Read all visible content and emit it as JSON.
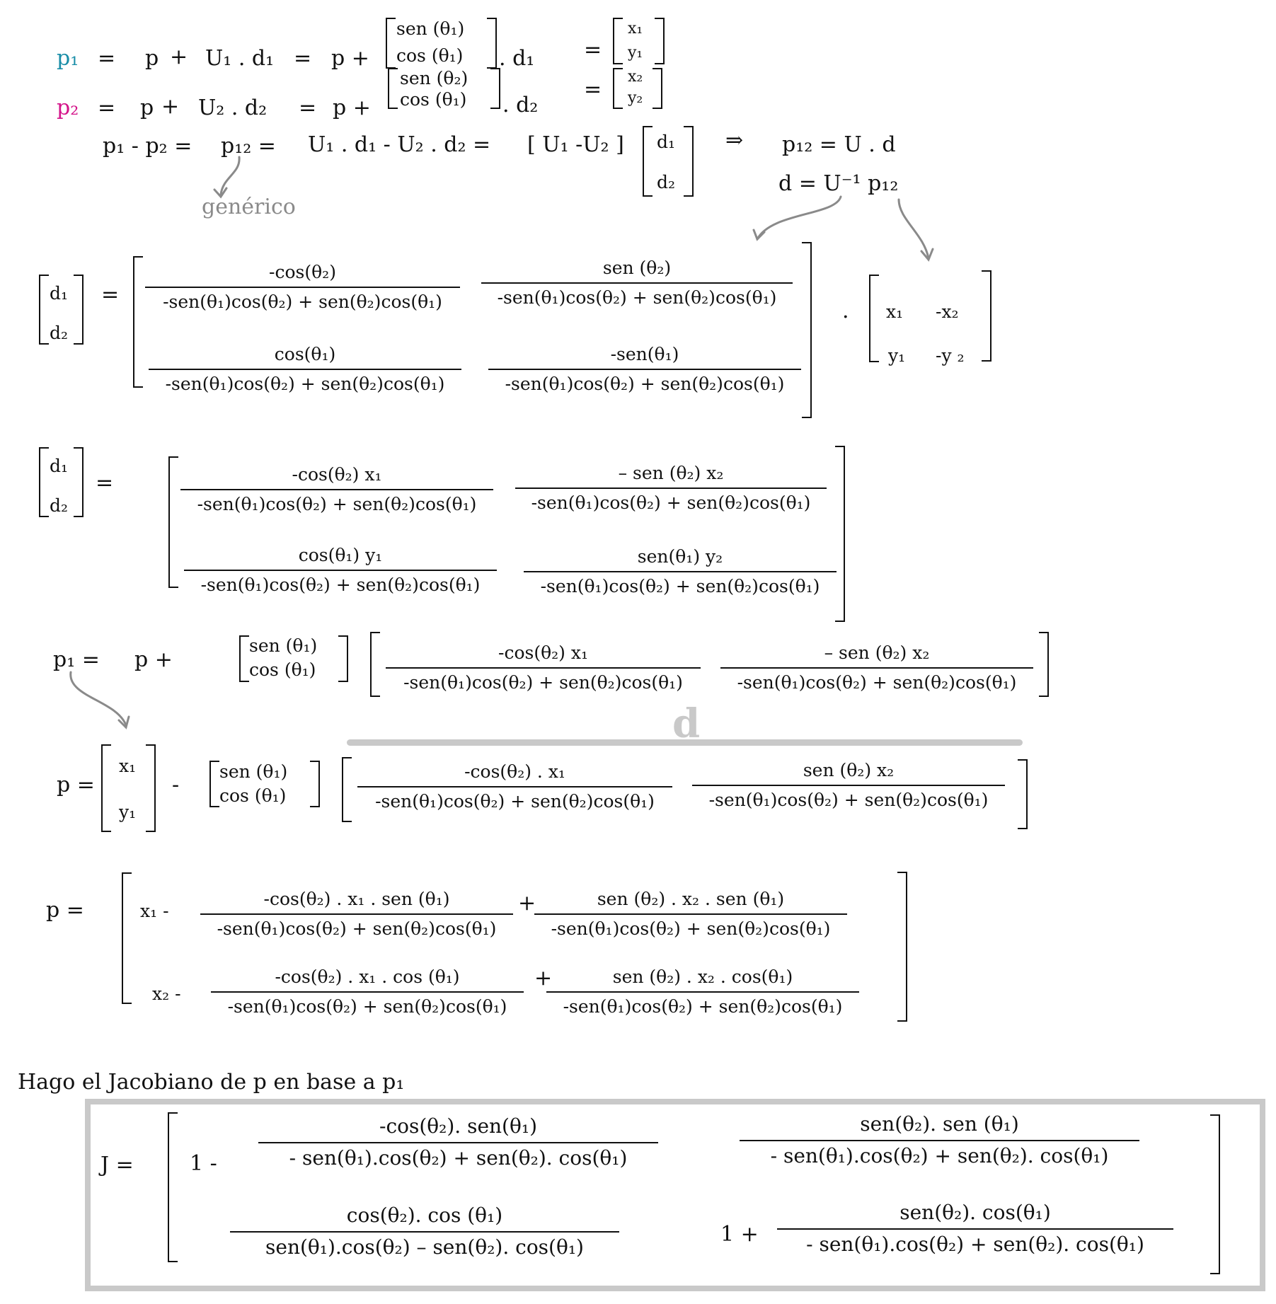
{
  "line1": {
    "lhs": "p₁",
    "eq1": "=",
    "p": "p",
    "plus": "+",
    "u1d1": "U₁ . d₁",
    "eq2": "=",
    "p2": "p +",
    "vec_top": "sen (θ₁)",
    "vec_bot": "cos (θ₁)",
    "times_d": ". d₁",
    "eq3": "=",
    "res_top": "x₁",
    "res_bot": "y₁"
  },
  "line2": {
    "lhs": "p₂",
    "eq1": "=",
    "p": "p",
    "plus": "+",
    "u2d2": "U₂ . d₂",
    "eq2": "=",
    "p2": "p +",
    "vec_top": "sen (θ₂)",
    "vec_bot": "cos (θ₁)",
    "times_d": ". d₂",
    "eq3": "=",
    "res_top": "x₂",
    "res_bot": "y₂"
  },
  "line3": {
    "lhs": "p₁ - p₂ =",
    "p12": "p₁₂ =",
    "expr": "U₁ . d₁  -  U₂ . d₂  =",
    "row": "[ U₁      -U₂ ]",
    "col_top": "d₁",
    "col_bot": "d₂",
    "implies": "⇒",
    "res1": "p₁₂  =   U . d",
    "res2": "d =   U⁻¹  p₁₂",
    "generic": "genérico"
  },
  "common": {
    "denominator": "-sen(θ₁)cos(θ₂) + sen(θ₂)cos(θ₁)",
    "d_top": "d₁",
    "d_bot": "d₂",
    "eq": "="
  },
  "block1": {
    "n11": "-cos(θ₂)",
    "n12": "sen (θ₂)",
    "n21": "cos(θ₁)",
    "n22": "-sen(θ₁)",
    "dot": ".",
    "m11": "x₁",
    "m12": "-x₂",
    "m21": "y₁",
    "m22": "-y ₂"
  },
  "block2": {
    "n11": "-cos(θ₂)    x₁",
    "n12": "–  sen (θ₂)   x₂",
    "n21": "cos(θ₁)      y₁",
    "n22": "sen(θ₁)    y₂"
  },
  "block3": {
    "lhs": "p₁  =",
    "p": "p   +",
    "vec_top": "sen (θ₁)",
    "vec_bot": "cos (θ₁)",
    "n1": "-cos(θ₂)     x₁",
    "n2": "–  sen (θ₂)   x₂",
    "d_label": "d"
  },
  "block4": {
    "lhs": "p =",
    "v_top": "x₁",
    "v_bot": "y₁",
    "minus": "-",
    "vec_top": "sen (θ₁)",
    "vec_bot": "cos (θ₁)",
    "n1": "-cos(θ₂) . x₁",
    "n2": "sen (θ₂)   x₂"
  },
  "block5": {
    "lhs": "p   =",
    "r1_pre": "x₁ -",
    "r1_n1": "-cos(θ₂) . x₁ .  sen (θ₁)",
    "r1_plus": "+",
    "r1_n2": "sen (θ₂) . x₂ .  sen (θ₁)",
    "r2_pre": "x₂  -",
    "r2_n1": "-cos(θ₂) . x₁ .   cos (θ₁)",
    "r2_plus": "+",
    "r2_n2": "sen (θ₂) . x₂ . cos(θ₁)"
  },
  "jacobian": {
    "heading": "Hago   el  Jacobiano   de    p     en    base   a   p₁",
    "lhs": "J =",
    "j11_pre": "1  -",
    "j11_num": "-cos(θ₂). sen(θ₁)",
    "j11_den": "- sen(θ₁).cos(θ₂)  +  sen(θ₂). cos(θ₁)",
    "j12_num": "sen(θ₂).  sen (θ₁)",
    "j12_den": "- sen(θ₁).cos(θ₂)  +  sen(θ₂). cos(θ₁)",
    "j21_num": "cos(θ₂).  cos (θ₁)",
    "j21_den": "sen(θ₁).cos(θ₂)  –  sen(θ₂). cos(θ₁)",
    "j22_pre": "1  +",
    "j22_num": "sen(θ₂). cos(θ₁)",
    "j22_den": "- sen(θ₁).cos(θ₂)  +  sen(θ₂). cos(θ₁)"
  }
}
